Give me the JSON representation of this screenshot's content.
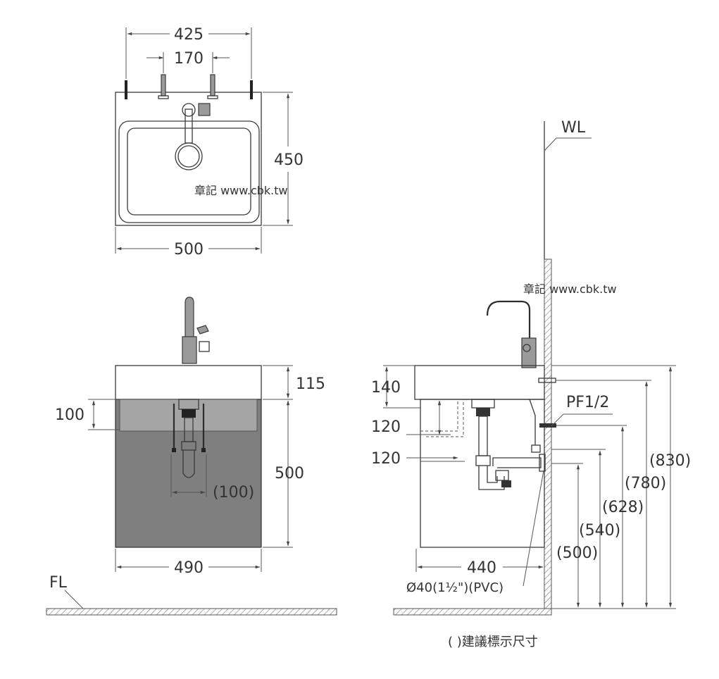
{
  "top_view": {
    "dim_width_overall": "425",
    "dim_tap_spacing": "170",
    "dim_depth": "450",
    "dim_width": "500",
    "watermark": "章記 www.cbk.tw"
  },
  "front_view": {
    "dim_top_thickness": "115",
    "dim_apron": "100",
    "dim_cabinet_height": "500",
    "dim_trap_width": "(100)",
    "dim_width": "490",
    "floor_label": "FL"
  },
  "side_view": {
    "wall_label": "WL",
    "watermark": "章記 www.cbk.tw",
    "dim_top": "140",
    "dim_shelf_1": "120",
    "dim_shelf_2": "120",
    "supply_label": "PF1/2",
    "dim_h1": "(830)",
    "dim_h2": "(780)",
    "dim_h3": "(628)",
    "dim_h4": "(540)",
    "dim_h5": "(500)",
    "dim_depth": "440",
    "drain_label": "Ø40(1½\")(PVC)",
    "note": "( )建議標示尺寸"
  }
}
